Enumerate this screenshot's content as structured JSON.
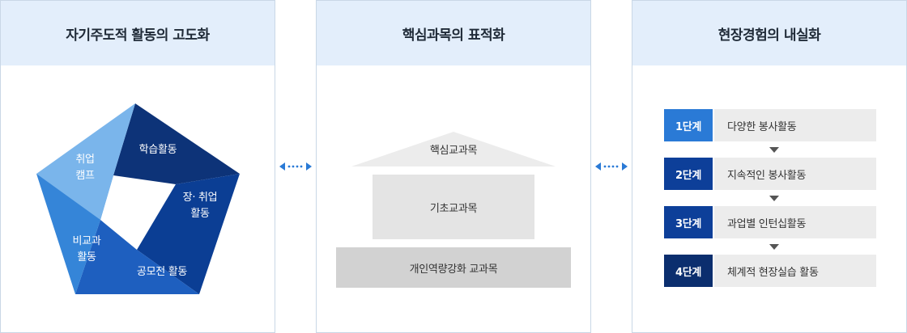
{
  "panels": [
    {
      "title": "자기주도적 활동의 고도화"
    },
    {
      "title": "핵심과목의 표적화"
    },
    {
      "title": "현장경험의 내실화"
    }
  ],
  "pentagon": {
    "segments": [
      {
        "label_line1": "학습활동",
        "label_line2": "",
        "color": "#0d3378"
      },
      {
        "label_line1": "장· 취업",
        "label_line2": "활동",
        "color": "#0b3e94"
      },
      {
        "label_line1": "공모전 활동",
        "label_line2": "",
        "color": "#1e5fbf"
      },
      {
        "label_line1": "비교과",
        "label_line2": "활동",
        "color": "#3585d8"
      },
      {
        "label_line1": "취업",
        "label_line2": "캠프",
        "color": "#7ab5eb"
      }
    ]
  },
  "pyramid": {
    "top": "핵심교과목",
    "middle": "기초교과목",
    "base": "개인역량강화 교과목",
    "colors": {
      "top": "#ececec",
      "middle": "#e4e4e4",
      "base": "#d2d2d2"
    }
  },
  "steps": [
    {
      "badge": "1단계",
      "text": "다양한 봉사활동",
      "color": "#2a7ad6"
    },
    {
      "badge": "2단계",
      "text": "지속적인 봉사활동",
      "color": "#0d3f99"
    },
    {
      "badge": "3단계",
      "text": "과업별 인턴십활동",
      "color": "#0d3f99"
    },
    {
      "badge": "4단계",
      "text": "체계적 현장실습 활동",
      "color": "#0b2e6e"
    }
  ],
  "connector_color": "#2a7ad6"
}
